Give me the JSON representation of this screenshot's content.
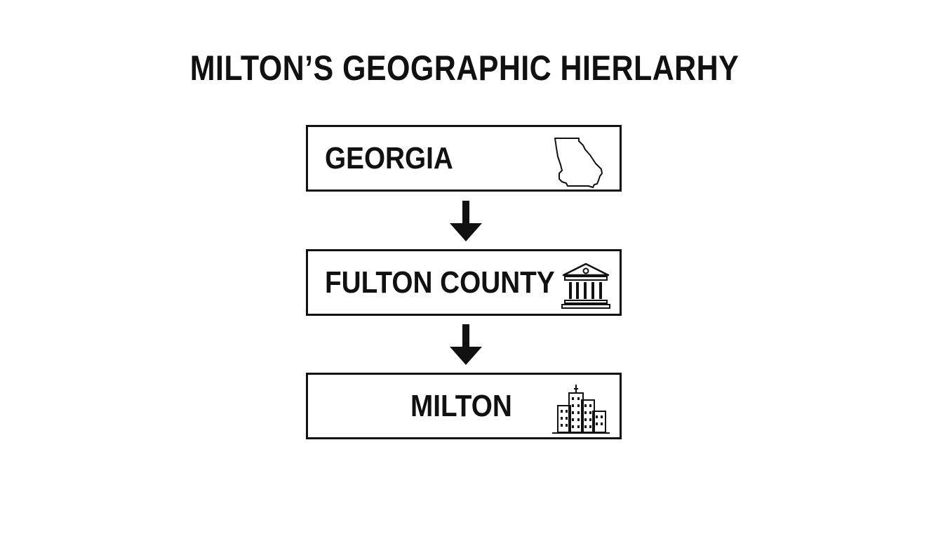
{
  "title": "MILTON’S GEOGRAPHIC HIERLARHY",
  "levels": [
    {
      "label": "GEORGIA",
      "icon": "georgia-state-outline-icon"
    },
    {
      "label": "FULTON COUNTY",
      "icon": "courthouse-icon"
    },
    {
      "label": "MILTON",
      "icon": "city-buildings-icon"
    }
  ],
  "connector_icon": "down-arrow-icon",
  "colors": {
    "line": "#111111",
    "background": "#ffffff"
  }
}
